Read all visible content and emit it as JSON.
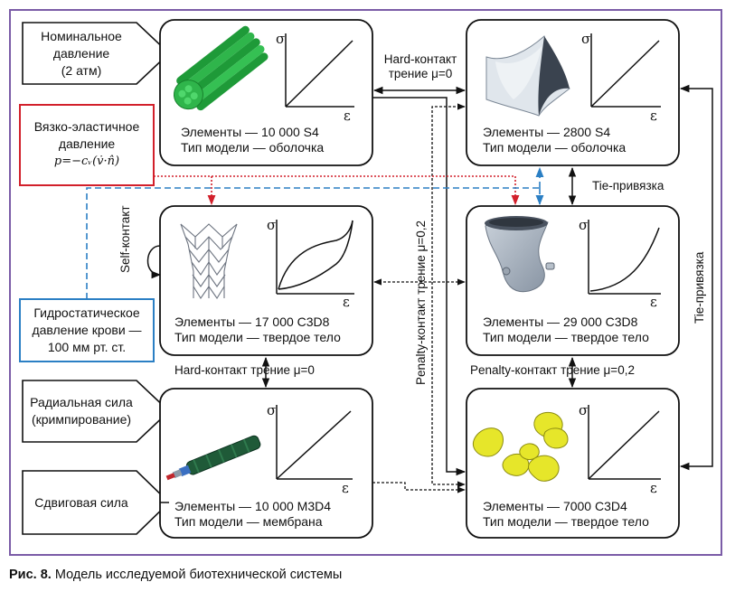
{
  "inputs": {
    "nominal_pressure": [
      "Номинальное",
      "давление",
      "(2 атм)"
    ],
    "viscoelastic_pressure": [
      "Вязко-эластичное",
      "давление"
    ],
    "viscoelastic_formula": "p=−cᵥ(v̇·n̂)",
    "hydrostatic_pressure": [
      "Гидростатическое",
      "давление крови —",
      "100 мм рт. ст."
    ],
    "radial_force": [
      "Радиальная сила",
      "(кримпирование)"
    ],
    "shear_force": "Сдвиговая сила"
  },
  "blocks": {
    "b1": {
      "elements": "Элементы — 10 000 S4",
      "model": "Тип модели — оболочка"
    },
    "b2": {
      "elements": "Элементы — 2800 S4",
      "model": "Тип модели — оболочка"
    },
    "b3": {
      "elements": "Элементы — 17 000 C3D8",
      "model": "Тип модели — твердое тело"
    },
    "b4": {
      "elements": "Элементы — 29 000 C3D8",
      "model": "Тип модели — твердое тело"
    },
    "b5": {
      "elements": "Элементы — 10 000 M3D4",
      "model": "Тип модели — мембрана"
    },
    "b6": {
      "elements": "Элементы — 7000 C3D4",
      "model": "Тип модели — твердое тело"
    }
  },
  "axis": {
    "sigma": "σ",
    "epsilon": "ε"
  },
  "links": {
    "hard_top": [
      "Hard-контакт",
      "трение μ=0"
    ],
    "tie_mid": "Tie-привязка",
    "self_contact": "Self-контакт",
    "penalty_vertical": "Penalty-контакт  трение μ=0,2",
    "tie_right": "Tie-привязка",
    "hard_mid": "Hard-контакт трение μ=0",
    "penalty_mid": "Penalty-контакт трение μ=0,2"
  },
  "colors": {
    "frame": "#7b5ca7",
    "viscoelastic_red": "#d2202b",
    "hydrostatic_blue": "#2b7fc4",
    "stent_green": "#2fb54b",
    "tissue_yellow": "#e6e62a"
  },
  "caption": {
    "label": "Рис. 8.",
    "text": " Модель исследуемой биотехнической системы"
  }
}
